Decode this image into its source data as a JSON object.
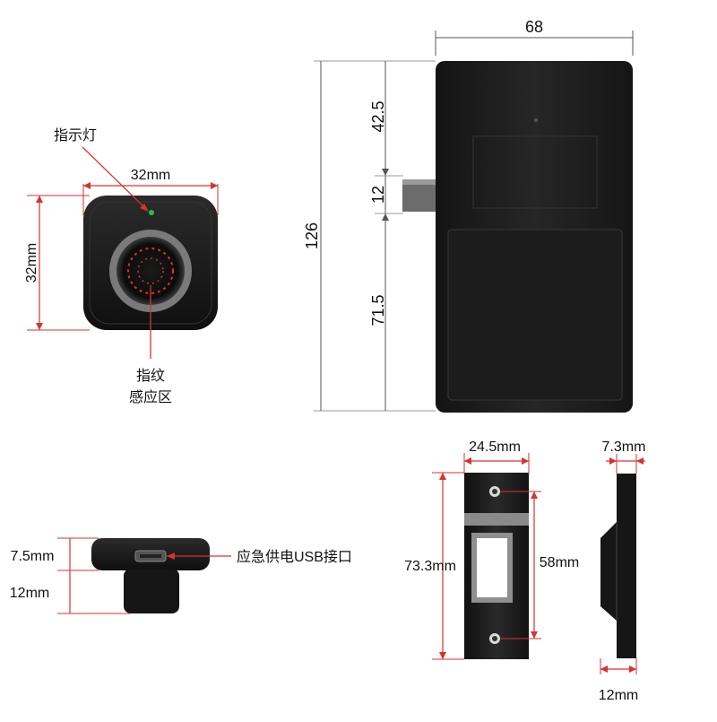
{
  "colors": {
    "dimension_red": "#d9322e",
    "dimension_gray": "#555555",
    "body_black": "#1e1e1e",
    "body_edge": "#2a2a2a",
    "indicator_green": "#22c24a",
    "plate_gray": "#8a8a8a"
  },
  "sensor_view": {
    "indicator_label": "指示灯",
    "width_label": "32mm",
    "height_label": "32mm",
    "sensor_label_line1": "指纹",
    "sensor_label_line2": "感应区"
  },
  "lock_body": {
    "width_label": "68",
    "total_height_label": "126",
    "top_segment_label": "42.5",
    "bolt_label": "12",
    "bottom_segment_label": "71.5"
  },
  "side_view": {
    "cap_label": "7.5mm",
    "shaft_label": "12mm",
    "usb_label": "应急供电USB接口"
  },
  "strike_plate": {
    "width_label": "24.5mm",
    "height_label": "73.3mm",
    "hole_spacing_label": "58mm"
  },
  "strike_side": {
    "thickness_label": "7.3mm",
    "base_label": "12mm"
  }
}
